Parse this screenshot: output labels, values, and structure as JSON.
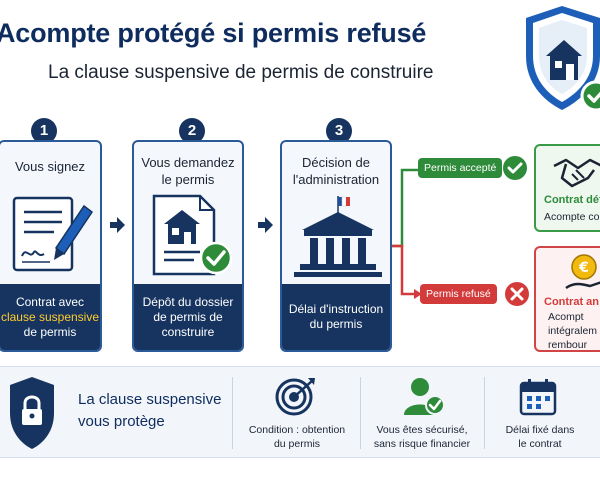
{
  "header": {
    "title": "Acompte protégé si permis refusé",
    "subtitle": "La clause suspensive de permis de construire"
  },
  "steps": [
    {
      "number": "1",
      "title_lines": [
        "Vous signez"
      ],
      "foot_lines": [
        "Contrat avec"
      ],
      "foot_highlight": "clause suspensive",
      "foot_after": "de permis",
      "icon": "signed-contract-icon"
    },
    {
      "number": "2",
      "title_lines": [
        "Vous demandez",
        "le permis"
      ],
      "foot_lines": [
        "Dépôt du dossier",
        "de permis de",
        "construire"
      ],
      "icon": "house-document-icon"
    },
    {
      "number": "3",
      "title_lines": [
        "Décision de",
        "l'administration"
      ],
      "foot_lines": [
        "Délai d'instruction",
        "du permis"
      ],
      "icon": "town-hall-icon"
    }
  ],
  "outcomes": {
    "accepted": {
      "pill": "Permis accepté",
      "title": "Contrat défi",
      "text": "Acompte co",
      "color": "#2e8b3a",
      "icon": "handshake-icon"
    },
    "refused": {
      "pill": "Permis refusé",
      "title": "Contrat an",
      "text_lines": [
        "Acompt",
        "intégralem",
        "rembour"
      ],
      "color": "#d33b3b",
      "icon": "euro-refund-icon"
    }
  },
  "bottom": {
    "main_lines": [
      "La clause suspensive",
      "vous protège"
    ],
    "items": [
      {
        "lines": [
          "Condition : obtention",
          "du permis"
        ],
        "icon": "target-icon"
      },
      {
        "lines": [
          "Vous êtes sécurisé,",
          "sans risque financier"
        ],
        "icon": "user-check-icon"
      },
      {
        "lines": [
          "Délai fixé dans",
          "le contrat"
        ],
        "icon": "calendar-icon"
      }
    ]
  },
  "colors": {
    "navy": "#16345f",
    "title_blue": "#0f2c5e",
    "highlight_yellow": "#ffcc2e",
    "success_green": "#2e8b3a",
    "danger_red": "#d33b3b"
  }
}
